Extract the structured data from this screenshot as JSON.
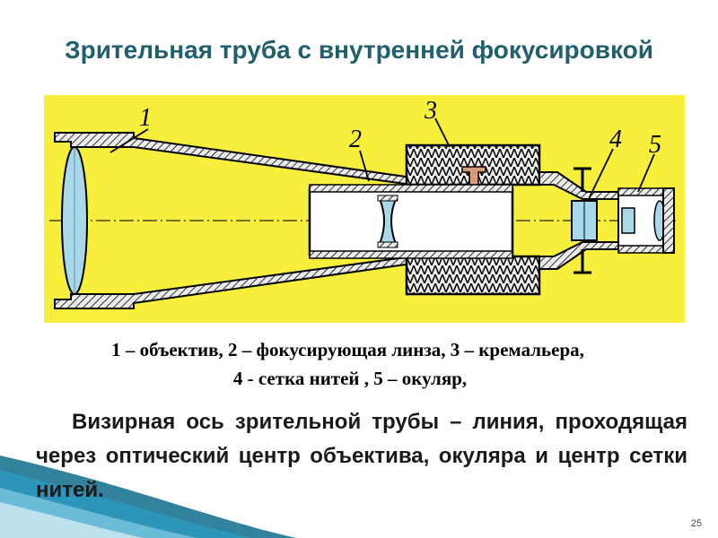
{
  "slide": {
    "title": "Зрительная труба с внутренней фокусировкой",
    "legend_line1": "1 – объектив, 2 – фокусирующая линза, 3 – кремальера,",
    "legend_line2": "4 - сетка нитей , 5 – окуляр,",
    "definition": "Визирная ось зрительной трубы – линия, проходящая через оптический центр объектива, окуляра и центр сетки нитей.",
    "page_number": "25"
  },
  "diagram": {
    "callouts": [
      "1",
      "2",
      "3",
      "4",
      "5"
    ],
    "colors": {
      "background": "#f7ef3b",
      "tube_wall": "#dcdcdc",
      "lens": "#a8d8ea",
      "knob": "#d99a7a",
      "outline": "#000000"
    }
  }
}
